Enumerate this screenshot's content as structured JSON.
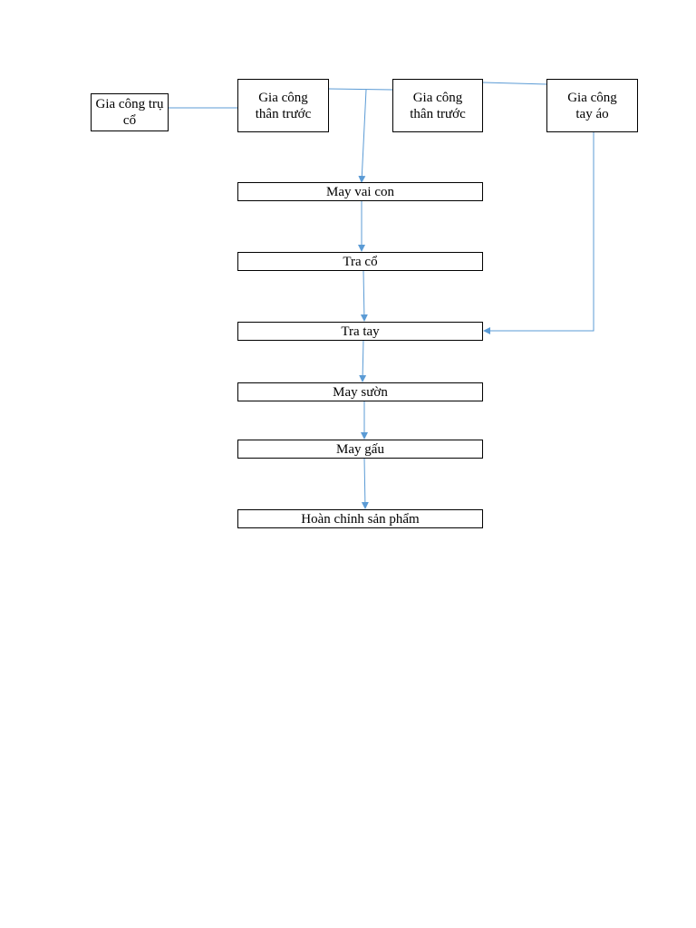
{
  "diagram": {
    "top_boxes": {
      "collar": [
        "Gia công trụ",
        "cổ"
      ],
      "front_a": [
        "Gia công",
        "thân trước"
      ],
      "front_b": [
        "Gia công",
        "thân trước"
      ],
      "sleeve": [
        "Gia công",
        "tay áo"
      ]
    },
    "steps": {
      "shoulder": "May vai con",
      "attach_collar": "Tra cổ",
      "attach_sleeve": "Tra tay",
      "side_seam": "May sườn",
      "hem": "May gấu",
      "finish": "Hoàn chỉnh sản phẩm"
    },
    "line_color": "#5b9bd5"
  }
}
